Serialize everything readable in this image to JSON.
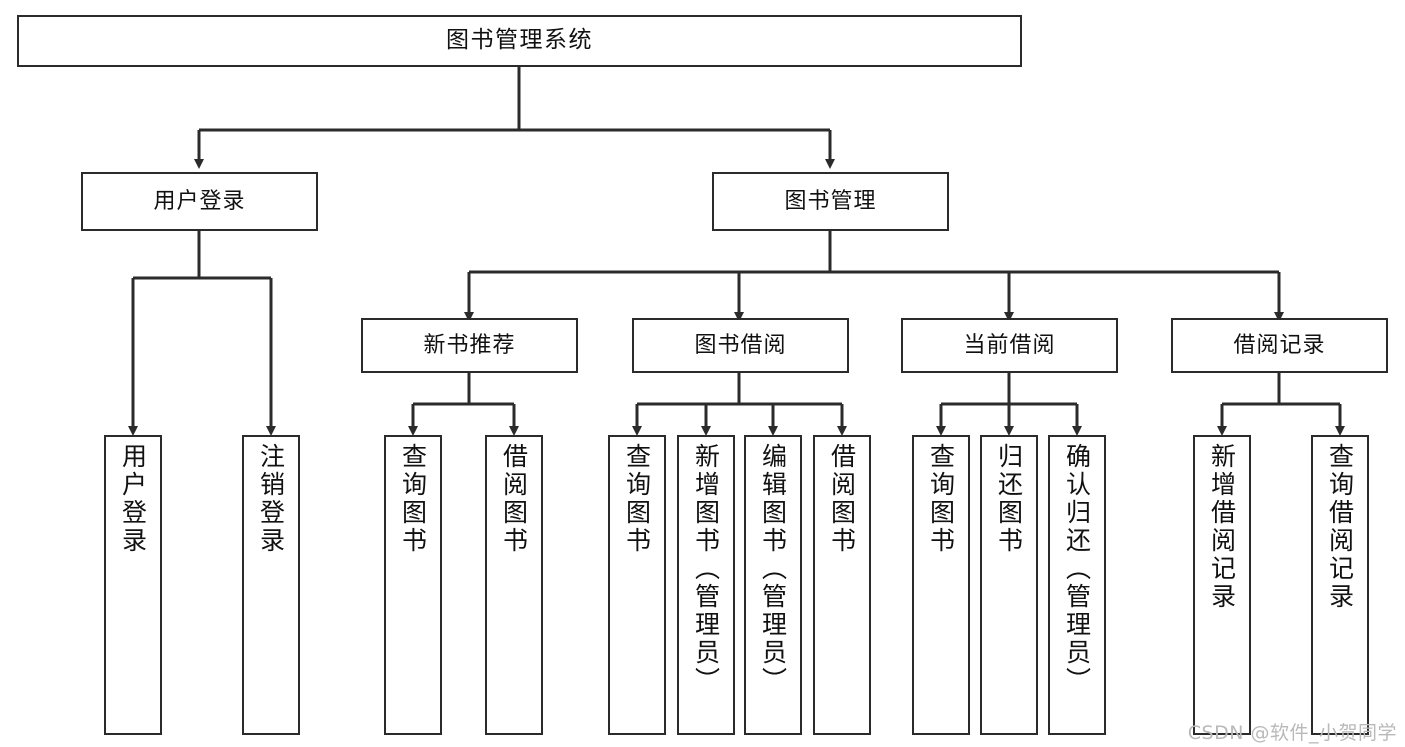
{
  "diagram": {
    "title": "图书管理系统",
    "type": "tree-hierarchy-chart",
    "watermark": "CSDN @软件_小贺同学",
    "stroke_color": "#2b2b2b",
    "background_color": "#ffffff",
    "text_color": "#111111",
    "nodes": {
      "root": {
        "label": "图书管理系统"
      },
      "level1": [
        {
          "id": "user-login",
          "label": "用户登录"
        },
        {
          "id": "book-manage",
          "label": "图书管理"
        }
      ],
      "level2": [
        {
          "id": "new-book-rec",
          "label": "新书推荐"
        },
        {
          "id": "book-borrow",
          "label": "图书借阅"
        },
        {
          "id": "current-borrow",
          "label": "当前借阅"
        },
        {
          "id": "borrow-record",
          "label": "借阅记录"
        }
      ],
      "leaves": [
        {
          "id": "leaf-user-login",
          "label": "用户登录",
          "parent": "user-login"
        },
        {
          "id": "leaf-logout",
          "label": "注销登录",
          "parent": "user-login"
        },
        {
          "id": "leaf-query-book-1",
          "label": "查询图书",
          "parent": "new-book-rec"
        },
        {
          "id": "leaf-borrow-book-1",
          "label": "借阅图书",
          "parent": "new-book-rec"
        },
        {
          "id": "leaf-query-book-2",
          "label": "查询图书",
          "parent": "book-borrow"
        },
        {
          "id": "leaf-add-book",
          "label": "新增图书（管理员）",
          "parent": "book-borrow"
        },
        {
          "id": "leaf-edit-book",
          "label": "编辑图书（管理员）",
          "parent": "book-borrow"
        },
        {
          "id": "leaf-borrow-book-2",
          "label": "借阅图书",
          "parent": "book-borrow"
        },
        {
          "id": "leaf-query-book-3",
          "label": "查询图书",
          "parent": "current-borrow"
        },
        {
          "id": "leaf-return-book",
          "label": "归还图书",
          "parent": "current-borrow"
        },
        {
          "id": "leaf-confirm-return",
          "label": "确认归还（管理员）",
          "parent": "current-borrow"
        },
        {
          "id": "leaf-add-record",
          "label": "新增借阅记录",
          "parent": "borrow-record"
        },
        {
          "id": "leaf-query-record",
          "label": "查询借阅记录",
          "parent": "borrow-record"
        }
      ]
    }
  }
}
